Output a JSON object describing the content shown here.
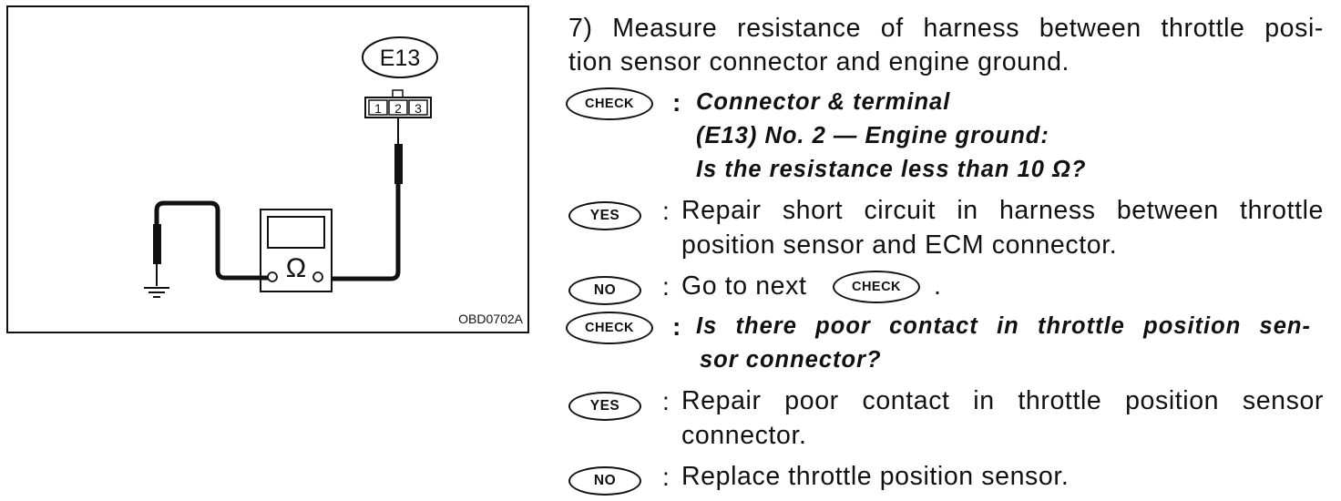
{
  "figure": {
    "connector_id": "E13",
    "pins": [
      "1",
      "2",
      "3"
    ],
    "meter_symbol": "Ω",
    "figure_code": "OBD0702A"
  },
  "step": {
    "line1": "7) Measure resistance of harness between throttle posi-",
    "line2": "tion sensor connector and engine ground."
  },
  "badges": {
    "check": "CHECK",
    "yes": "YES",
    "no": "NO"
  },
  "colon": ":",
  "check1": {
    "line1": "Connector & terminal",
    "line2": "(E13) No. 2 — Engine ground:",
    "line3": "Is the resistance less than 10 Ω?"
  },
  "yes1": {
    "line1": "Repair short circuit in harness between throttle",
    "line2": "position sensor and ECM connector."
  },
  "no1": {
    "text": "Go to next",
    "after": "."
  },
  "check2": {
    "line1": "Is there poor contact in throttle position sen-",
    "line2": "sor connector?"
  },
  "yes2": {
    "line1": "Repair poor contact in throttle position sensor",
    "line2": "connector."
  },
  "no2": {
    "text": "Replace throttle position sensor."
  }
}
